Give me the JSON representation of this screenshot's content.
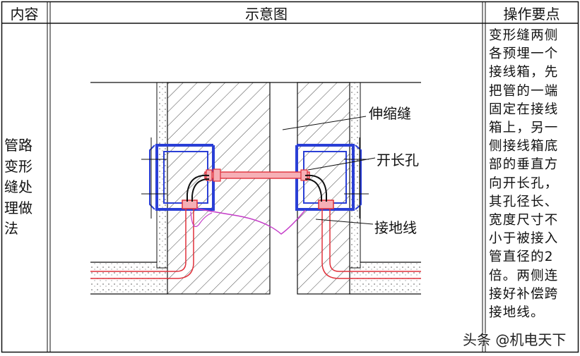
{
  "header": {
    "col1": "内容",
    "col2": "示意图",
    "col3": "操作要点"
  },
  "row": {
    "label": "管路变形缝处理做法",
    "operation_text": "变形缝两侧各预埋一个接线箱，先把管的一端固定在接线箱上，另一侧接线箱底部的垂直方向开长孔，其孔径长、宽度尺寸不小于被接入管直径的2倍。两侧连接好补偿跨接地线。"
  },
  "diagram": {
    "labels": {
      "joint": "伸缩缝",
      "slot": "开长孔",
      "ground": "接地线"
    }
  },
  "watermark": "头条 @机电天下",
  "colors": {
    "box": "#2a3fd6",
    "pipe": "#e0303a",
    "ground_wire": "#c43bc8",
    "line": "#111111"
  }
}
